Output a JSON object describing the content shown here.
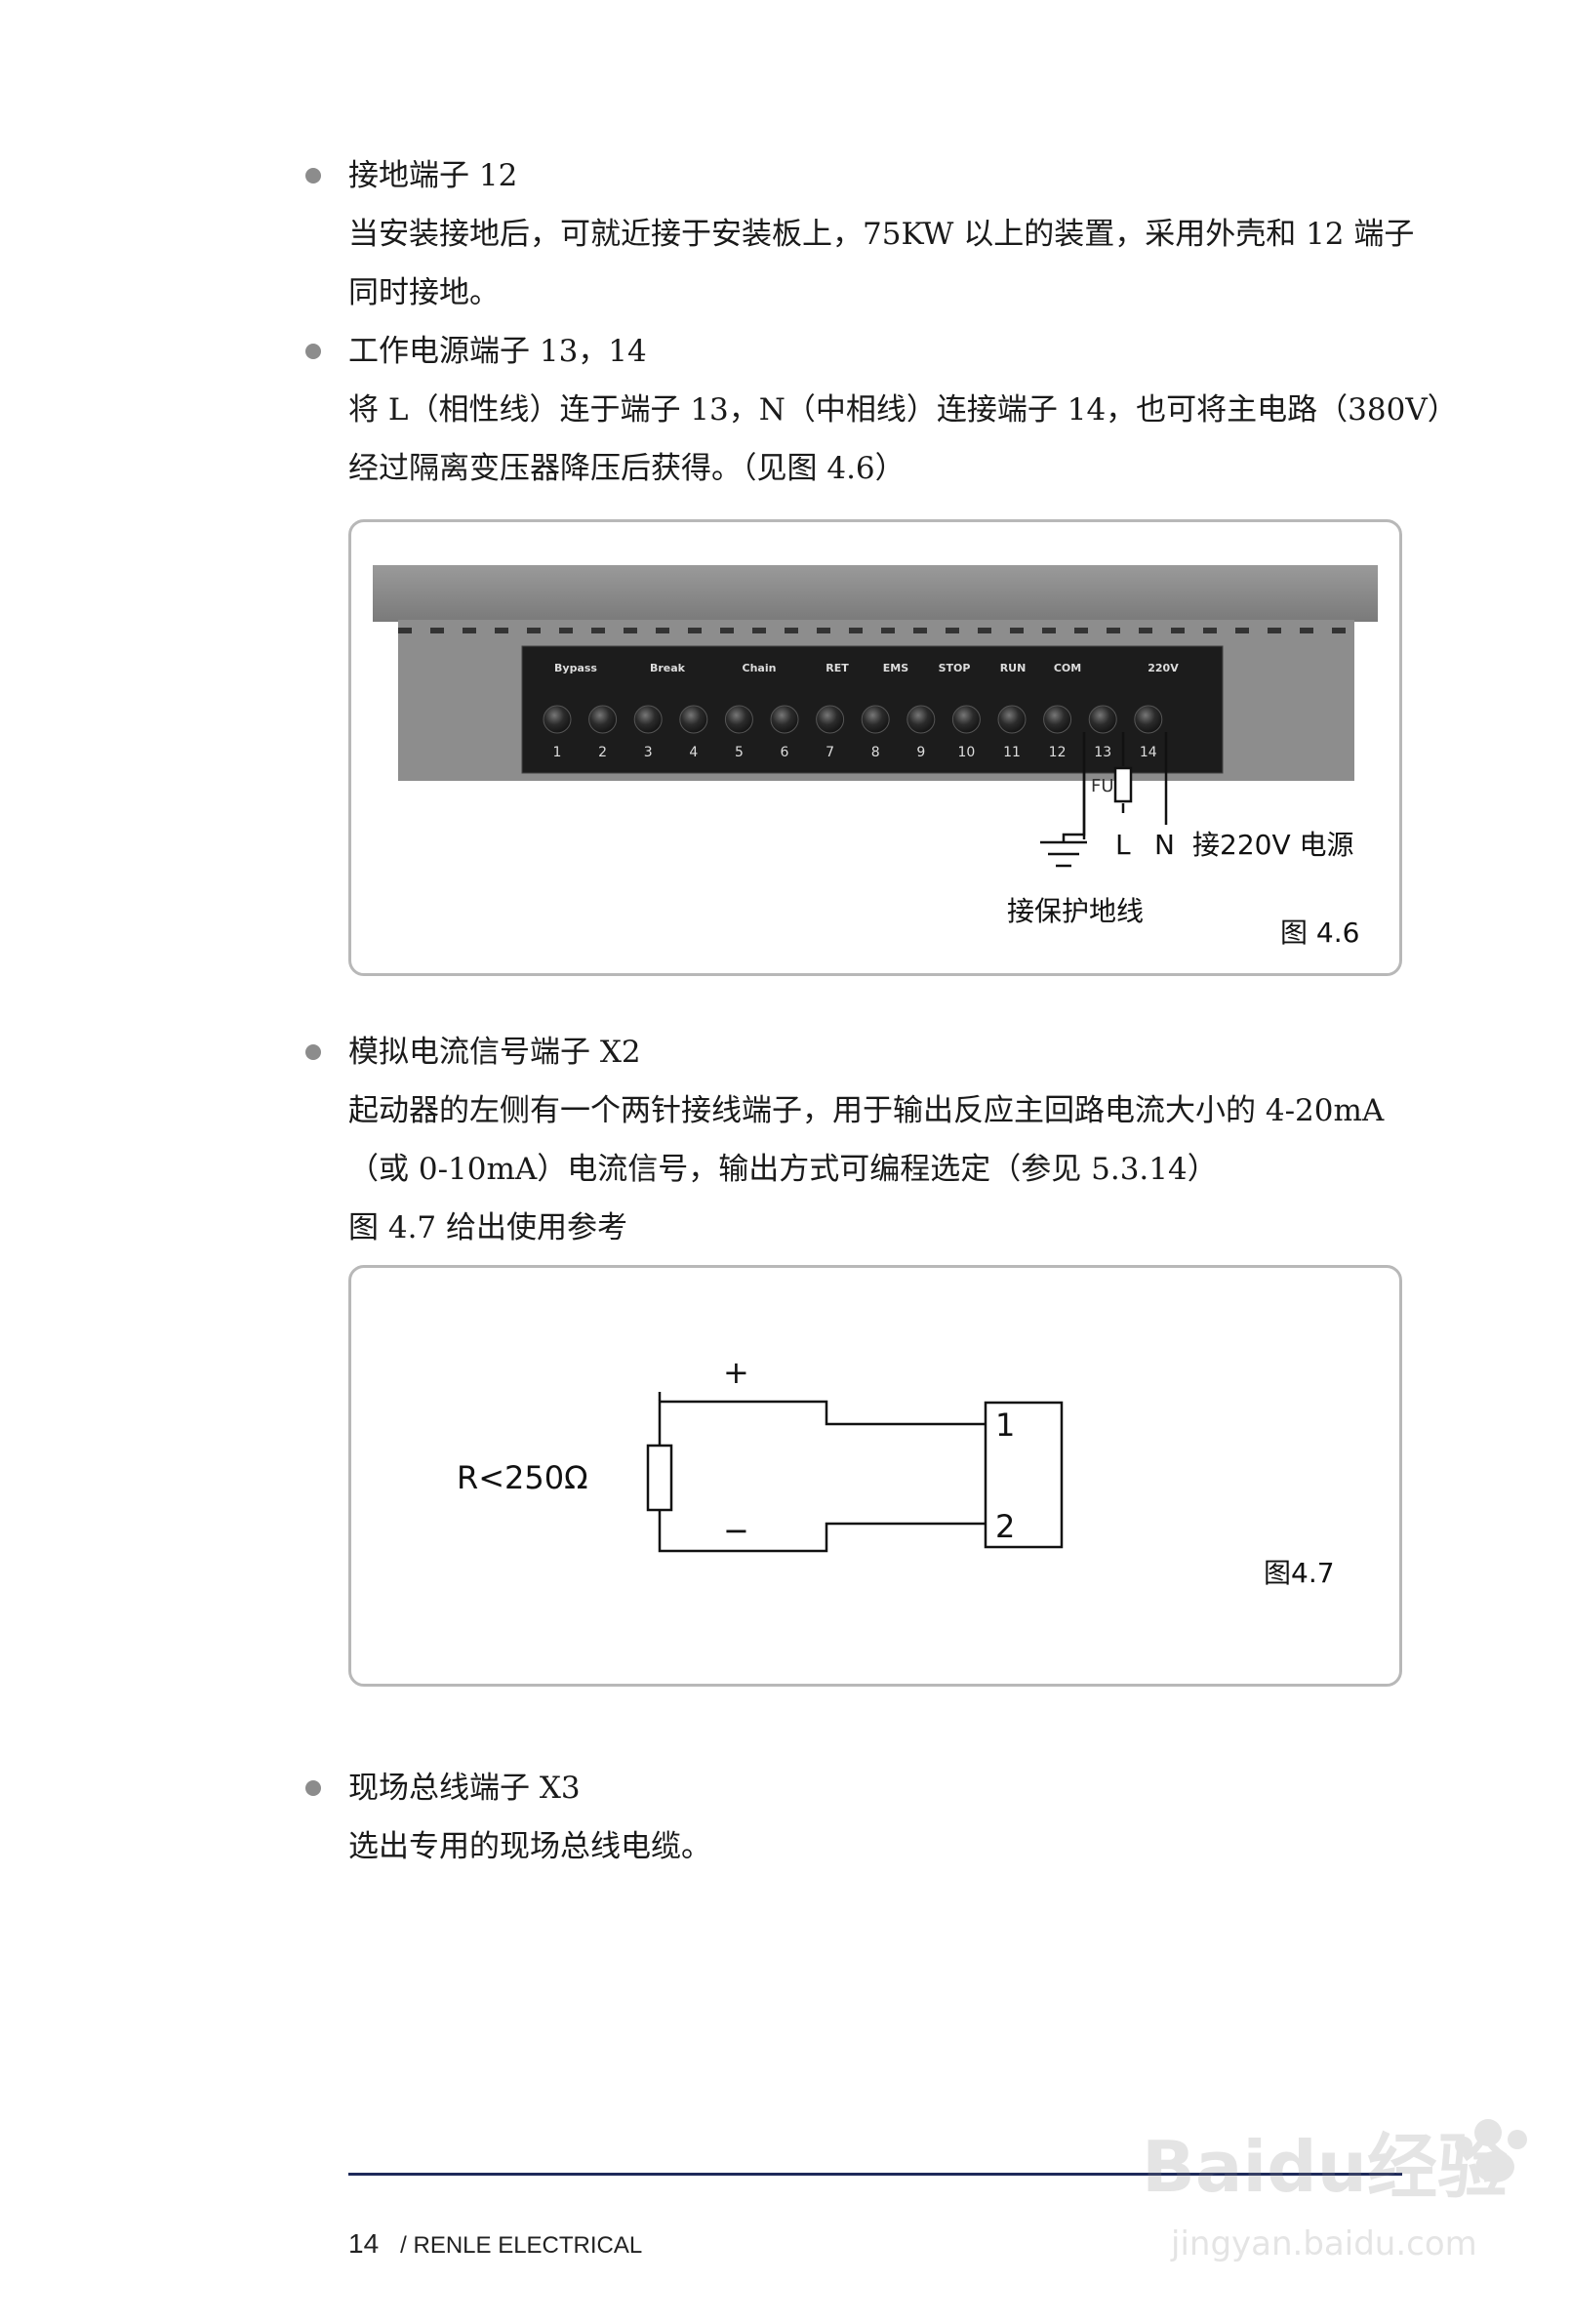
{
  "sections": [
    {
      "title": "接地端子 12",
      "lines": [
        "当安装接地后，可就近接于安装板上，75KW 以上的装置，采用外壳和 12 端子",
        "同时接地。"
      ]
    },
    {
      "title": "工作电源端子 13，14",
      "lines": [
        "将 L（相性线）连于端子 13，N（中相线）连接端子 14，也可将主电路（380V）",
        "经过隔离变压器降压后获得。（见图 4.6）"
      ]
    },
    {
      "title": "模拟电流信号端子 X2",
      "lines": [
        "起动器的左侧有一个两针接线端子，用于输出反应主回路电流大小的 4-20mA",
        "（或 0-10mA）电流信号，输出方式可编程选定（参见 5.3.14）",
        "图 4.7 给出使用参考"
      ]
    },
    {
      "title": "现场总线端子 X3",
      "lines": [
        "选出专用的现场总线电缆。"
      ]
    }
  ],
  "fig46": {
    "caption": "图 4.6",
    "group_labels": [
      "Bypass",
      "Break",
      "Chain",
      "RET",
      "EMS",
      "STOP",
      "RUN",
      "COM",
      "220V"
    ],
    "terminal_numbers": [
      "1",
      "2",
      "3",
      "4",
      "5",
      "6",
      "7",
      "8",
      "9",
      "10",
      "11",
      "12",
      "13",
      "14"
    ],
    "fuse_label": "FU",
    "L_label": "L",
    "N_label": "N",
    "power_label": "接220V 电源",
    "ground_label": "接保护地线"
  },
  "fig47": {
    "caption": "图4.7",
    "resistor_label": "R<250Ω",
    "plus": "+",
    "minus": "−",
    "pin1": "1",
    "pin2": "2"
  },
  "footer": {
    "page_number": "14",
    "company": "/ RENLE ELECTRICAL"
  },
  "watermark": {
    "brand": "Baidu经验",
    "url": "jingyan.baidu.com"
  }
}
